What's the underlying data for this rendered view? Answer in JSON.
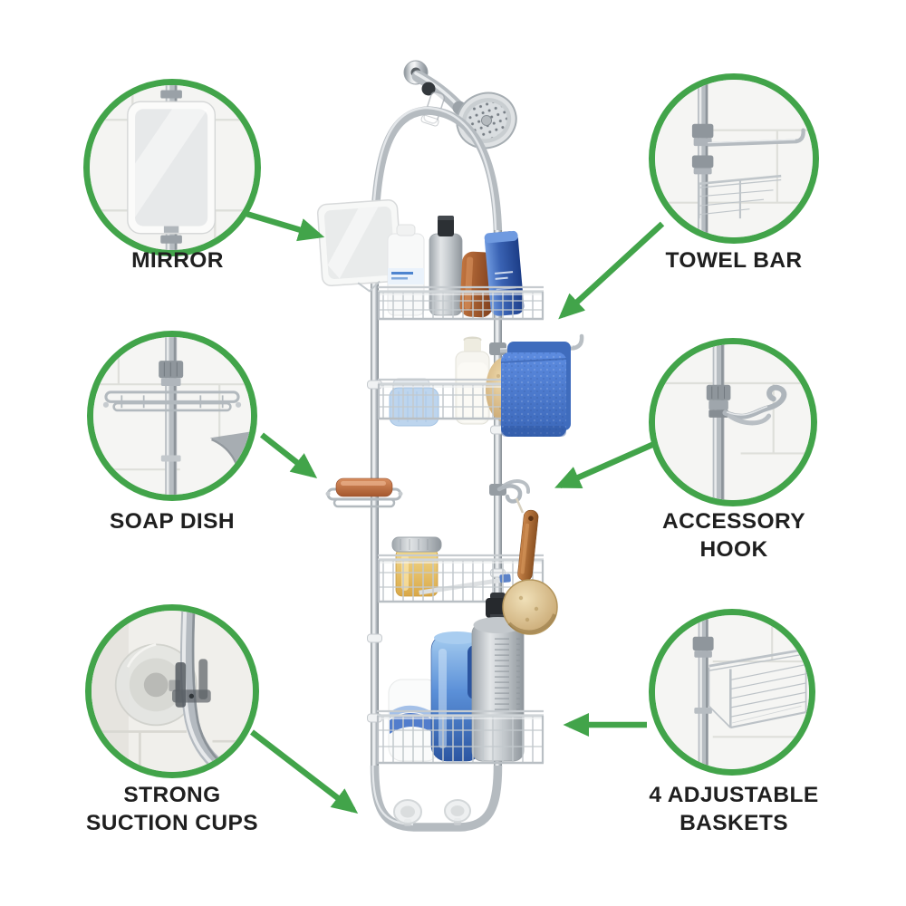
{
  "palette": {
    "accent_green": "#42a44a",
    "label_color": "#1f1f1f",
    "background": "#ffffff",
    "chrome": "#b5bbc0",
    "towel_blue": "#4a7ed2"
  },
  "callouts": [
    {
      "id": "mirror",
      "lines": [
        "MIRROR"
      ]
    },
    {
      "id": "towel-bar",
      "lines": [
        "TOWEL BAR"
      ]
    },
    {
      "id": "soap-dish",
      "lines": [
        "SOAP DISH"
      ]
    },
    {
      "id": "accessory-hook",
      "lines": [
        "ACCESSORY",
        "HOOK"
      ]
    },
    {
      "id": "suction-cups",
      "lines": [
        "STRONG",
        "SUCTION CUPS"
      ]
    },
    {
      "id": "adjustable-baskets",
      "lines": [
        "4 ADJUSTABLE",
        "BASKETS"
      ]
    }
  ]
}
